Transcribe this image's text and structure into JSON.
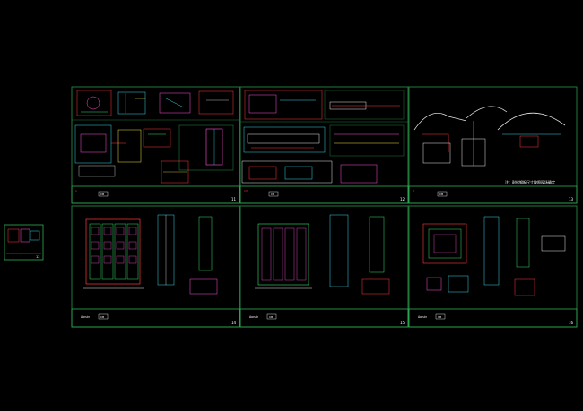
{
  "canvas": {
    "background": "#000000",
    "colors": {
      "frame": "#1f7a3a",
      "frame_bright": "#2fae55",
      "line_red": "#ff3b3b",
      "line_magenta": "#ff4fd8",
      "line_cyan": "#39d8e8",
      "line_green": "#38e06a",
      "line_yellow": "#f5e23a",
      "line_white": "#e8e8e8",
      "text_white": "#ffffff"
    }
  },
  "thumbnail": {
    "label": "",
    "sheet_no": "12"
  },
  "sheets": [
    {
      "id": "A",
      "sheet_no": "11",
      "title_ref": "1"
    },
    {
      "id": "B",
      "sheet_no": "12",
      "title_ref": "13"
    },
    {
      "id": "C",
      "sheet_no": "13",
      "title_ref": "3"
    },
    {
      "id": "D",
      "sheet_no": "14",
      "title_ref": ""
    },
    {
      "id": "E",
      "sheet_no": "15",
      "title_ref": ""
    },
    {
      "id": "F",
      "sheet_no": "16",
      "title_ref": ""
    }
  ],
  "annotation_c": "注：耐候钢板尺寸按照现场确定",
  "title_block": {
    "logo": "CB",
    "project": "Aoruin"
  }
}
